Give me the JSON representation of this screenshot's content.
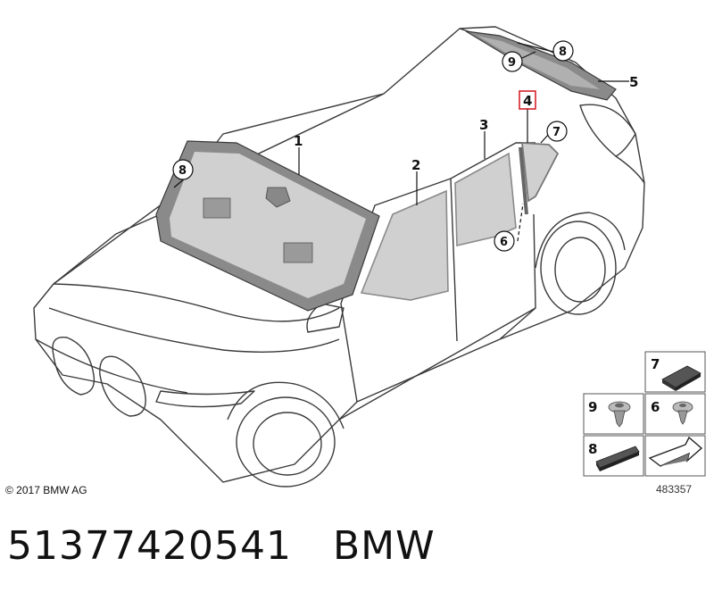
{
  "callouts": {
    "c1": "1",
    "c2": "2",
    "c3": "3",
    "c4": "4",
    "c5": "5",
    "c6": "6",
    "c7": "7",
    "c8_roof": "8",
    "c8_windshield": "8",
    "c9": "9"
  },
  "legend": {
    "item7": "7",
    "item9": "9",
    "item6": "6",
    "item8": "8"
  },
  "footer": {
    "copyright": "© 2017 BMW AG",
    "diagram_id": "483357"
  },
  "caption": {
    "part_number": "51377420541",
    "brand": "BMW"
  },
  "colors": {
    "glass": "#d0d0d0",
    "glass_dark": "#8a8a8a",
    "outline": "#3a3a3a",
    "highlight": "#d6202a"
  }
}
